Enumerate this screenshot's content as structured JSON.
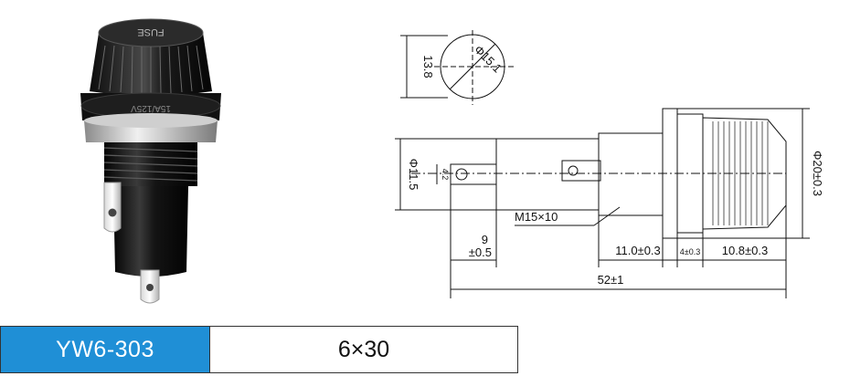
{
  "photo": {
    "cap_text": "FUSE",
    "ring_text": "15A/125V"
  },
  "dimensions": {
    "head_diameter": "Φ15.1",
    "head_height": "13.8",
    "body_diameter": "Φ11.5",
    "terminal_hole": "4.2",
    "thread": "M15×10",
    "terminal_width": "9",
    "terminal_tol": "±0.5",
    "seg1": "11.0±0.3",
    "seg2": "4±0.3",
    "seg3": "10.8±0.3",
    "total_length": "52±1",
    "outer_diameter": "Φ20±0.3"
  },
  "spec": {
    "model": "YW6-303",
    "fuse_size": "6×30"
  },
  "colors": {
    "model_bg": "#1f8fd6",
    "model_text": "#ffffff"
  }
}
